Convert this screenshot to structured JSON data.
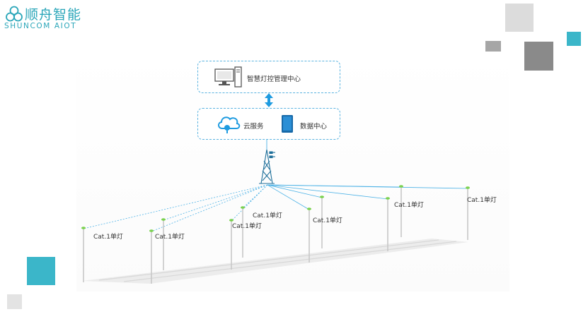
{
  "logo": {
    "name_cn": "顺舟智能",
    "name_en": "SHUNCOM AIOT"
  },
  "diagram": {
    "management_center": "智慧灯控管理中心",
    "cloud_service": "云服务",
    "data_center": "数据中心",
    "lamps": [
      {
        "label": "Cat.1单灯"
      },
      {
        "label": "Cat.1单灯"
      },
      {
        "label": "Cat.1单灯"
      },
      {
        "label": "Cat.1单灯"
      },
      {
        "label": "Cat.1单灯"
      },
      {
        "label": "Cat.1单灯"
      },
      {
        "label": "Cat.1单灯"
      }
    ]
  },
  "colors": {
    "brand_teal": "#2aa6b9",
    "accent_cyan": "#3bb6c9",
    "box_border": "#5ab3e0",
    "link_line": "#4db2e6",
    "lamp_green": "#7ad14e",
    "deco_gray_light": "#d9d9d9",
    "deco_gray_dark": "#8a8a8a"
  },
  "icons": [
    "logo-mark-icon",
    "computer-icon",
    "cloud-icon",
    "server-icon",
    "double-arrow-icon",
    "cell-tower-icon",
    "street-lamp-icon"
  ]
}
